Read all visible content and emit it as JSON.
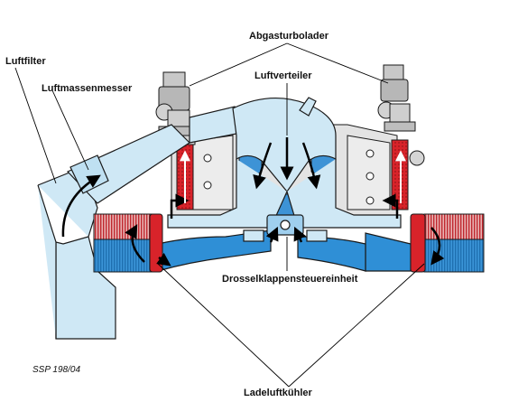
{
  "labels": {
    "abgasturbolader": "Abgasturbolader",
    "luftverteiler": "Luftverteiler",
    "luftfilter": "Luftfilter",
    "luftmassenmesser": "Luftmassenmesser",
    "drosselklappensteuereinheit": "Drosselklappensteuereinheit",
    "ladeluftkuehler": "Ladeluftkühler"
  },
  "reference": "SSP 198/04",
  "colors": {
    "intake_light_blue": "#cfe8f5",
    "pressure_blue": "#2f8fd6",
    "exhaust_red": "#d8232a",
    "engine_grey": "#e3e3e3",
    "outline": "#1a1a1a"
  }
}
